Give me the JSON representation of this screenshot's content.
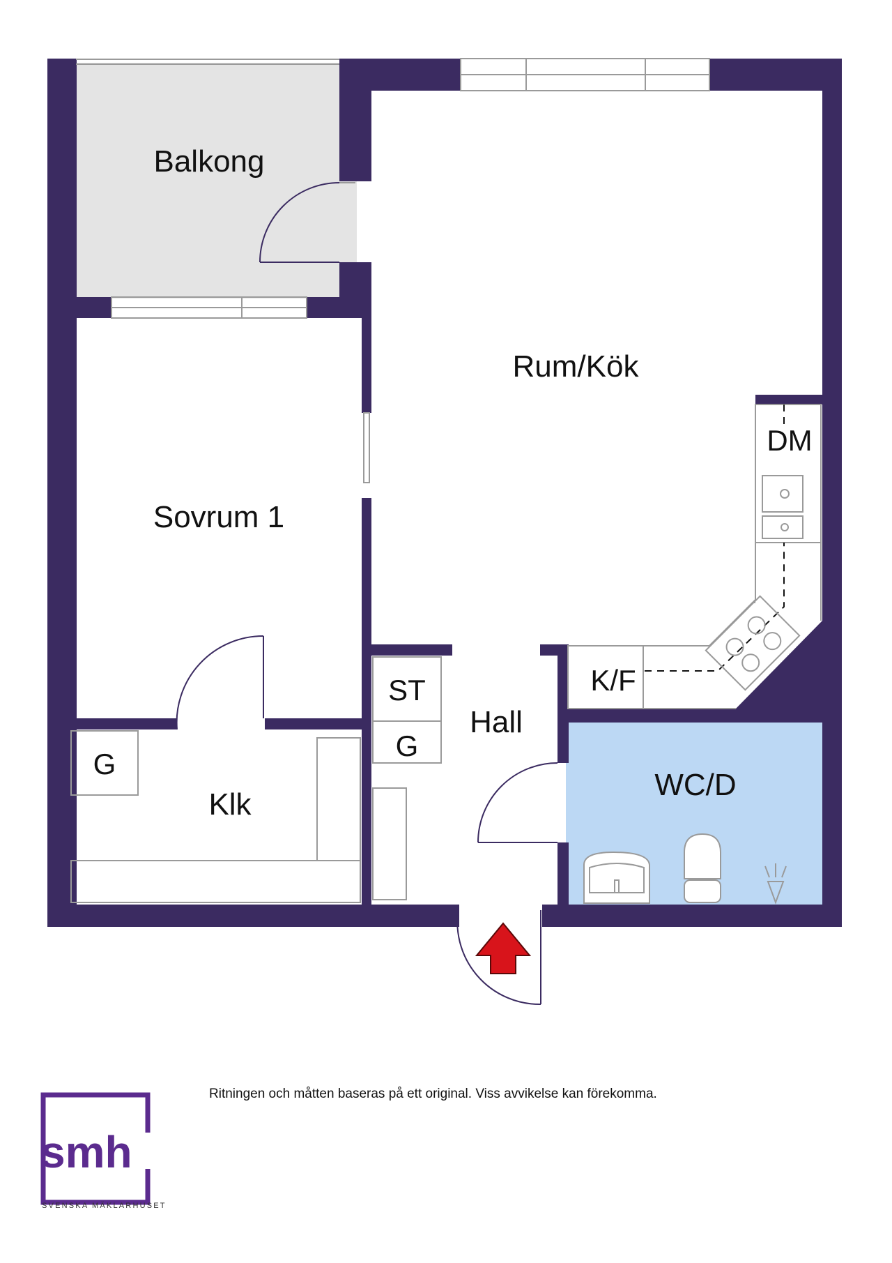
{
  "colors": {
    "wall": "#3b2b61",
    "balcony_fill": "#e4e4e4",
    "bathroom_fill": "#bcd8f4",
    "entrance_arrow": "#d8141b",
    "logo": "#5b2b8e"
  },
  "rooms": {
    "balkong": "Balkong",
    "rum_kok": "Rum/Kök",
    "sovrum_1": "Sovrum 1",
    "klk": "Klk",
    "hall": "Hall",
    "wc_d": "WC/D"
  },
  "fixtures": {
    "dm": "DM",
    "kf": "K/F",
    "st": "ST",
    "g_hall": "G",
    "g_klk": "G"
  },
  "icons": [
    "entrance-arrow-icon",
    "stove-icon",
    "sink-icon",
    "toilet-icon",
    "shower-icon"
  ],
  "footer": {
    "disclaimer": "Ritningen och måtten baseras på ett original. Viss avvikelse kan förekomma.",
    "logo_mark": "smh",
    "logo_text": "SVENSKA MÄKLARHUSET"
  }
}
